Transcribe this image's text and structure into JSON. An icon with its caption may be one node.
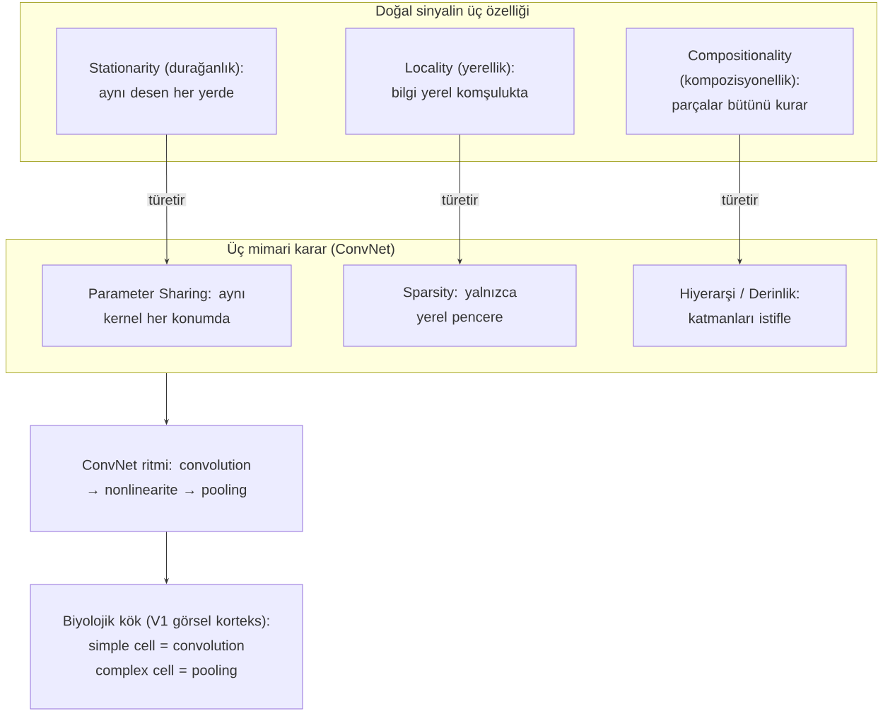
{
  "diagram": {
    "nodes": [
      {
        "text": [
          "Doğal sinyalin üç özelliği"
        ]
      },
      {
        "text": [
          "Stationarity (durağanlık): aynı desen her yerde"
        ],
        "in": 0
      },
      {
        "text": [
          "Locality (yerellik): bilgi yerel komşulukta"
        ],
        "in": 0
      },
      {
        "text": [
          "Compositionality (kompozisyonellik): parçalar bütünü kurar"
        ],
        "in": 0
      },
      {
        "text": [
          "Üç mimari karar (ConvNet)"
        ]
      },
      {
        "text": [
          "Parameter Sharing: aynı kernel her konumda"
        ],
        "in": 4
      },
      {
        "text": [
          "Sparsity: yalnızca yerel pencere"
        ],
        "in": 4
      },
      {
        "text": [
          "Hiyerarşi / Derinlik: katmanları istifle"
        ],
        "in": 4
      },
      {
        "text": [
          "ConvNet ritmi: convolution → nonlinearite → pooling"
        ]
      },
      {
        "text": [
          "Biyolojik kök (V1 görsel korteks): simple cell = convolution complex cell = pooling"
        ]
      }
    ],
    "edges": [
      {
        "from": 1,
        "to": 5,
        "arrow": "to",
        "label": "türetir"
      },
      {
        "from": 2,
        "to": 6,
        "arrow": "to",
        "label": "türetir"
      },
      {
        "from": 3,
        "to": 7,
        "arrow": "to",
        "label": "türetir"
      },
      {
        "from": 4,
        "to": 8,
        "arrow": "to"
      },
      {
        "from": 8,
        "to": 9,
        "arrow": "to"
      }
    ]
  }
}
